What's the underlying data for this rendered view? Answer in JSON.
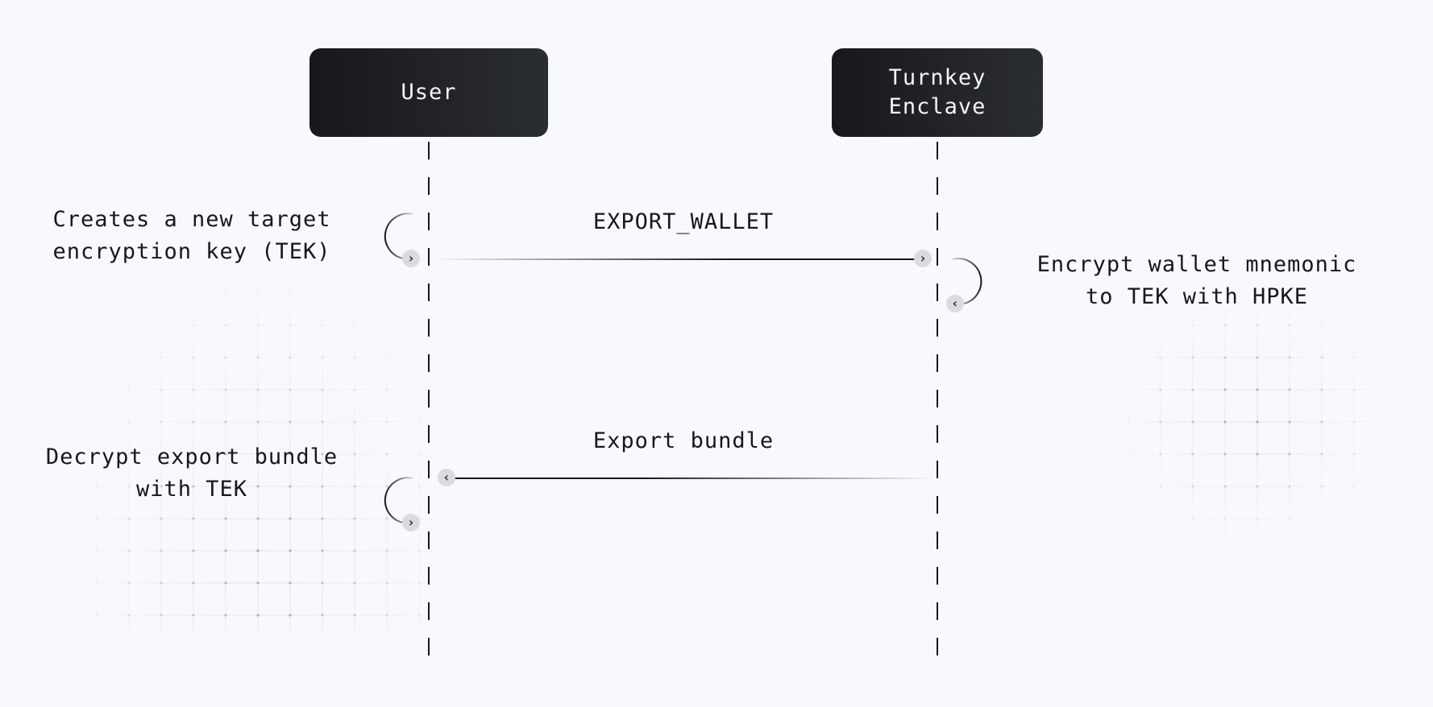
{
  "actors": {
    "user": "User",
    "enclave": "Turnkey\nEnclave"
  },
  "notes": {
    "create_tek": "Creates a new target\nencryption key (TEK)",
    "encrypt": "Encrypt wallet mnemonic\nto TEK with HPKE",
    "decrypt": "Decrypt export bundle\nwith TEK"
  },
  "messages": {
    "export_wallet": "EXPORT_WALLET",
    "export_bundle": "Export bundle"
  },
  "icons": {
    "chevron_right": "›",
    "chevron_left": "‹"
  },
  "colors": {
    "background": "#f8f9fc",
    "actor_fill": "#1b1c20",
    "text": "#17181c",
    "node_fill": "#d9dbe1"
  }
}
